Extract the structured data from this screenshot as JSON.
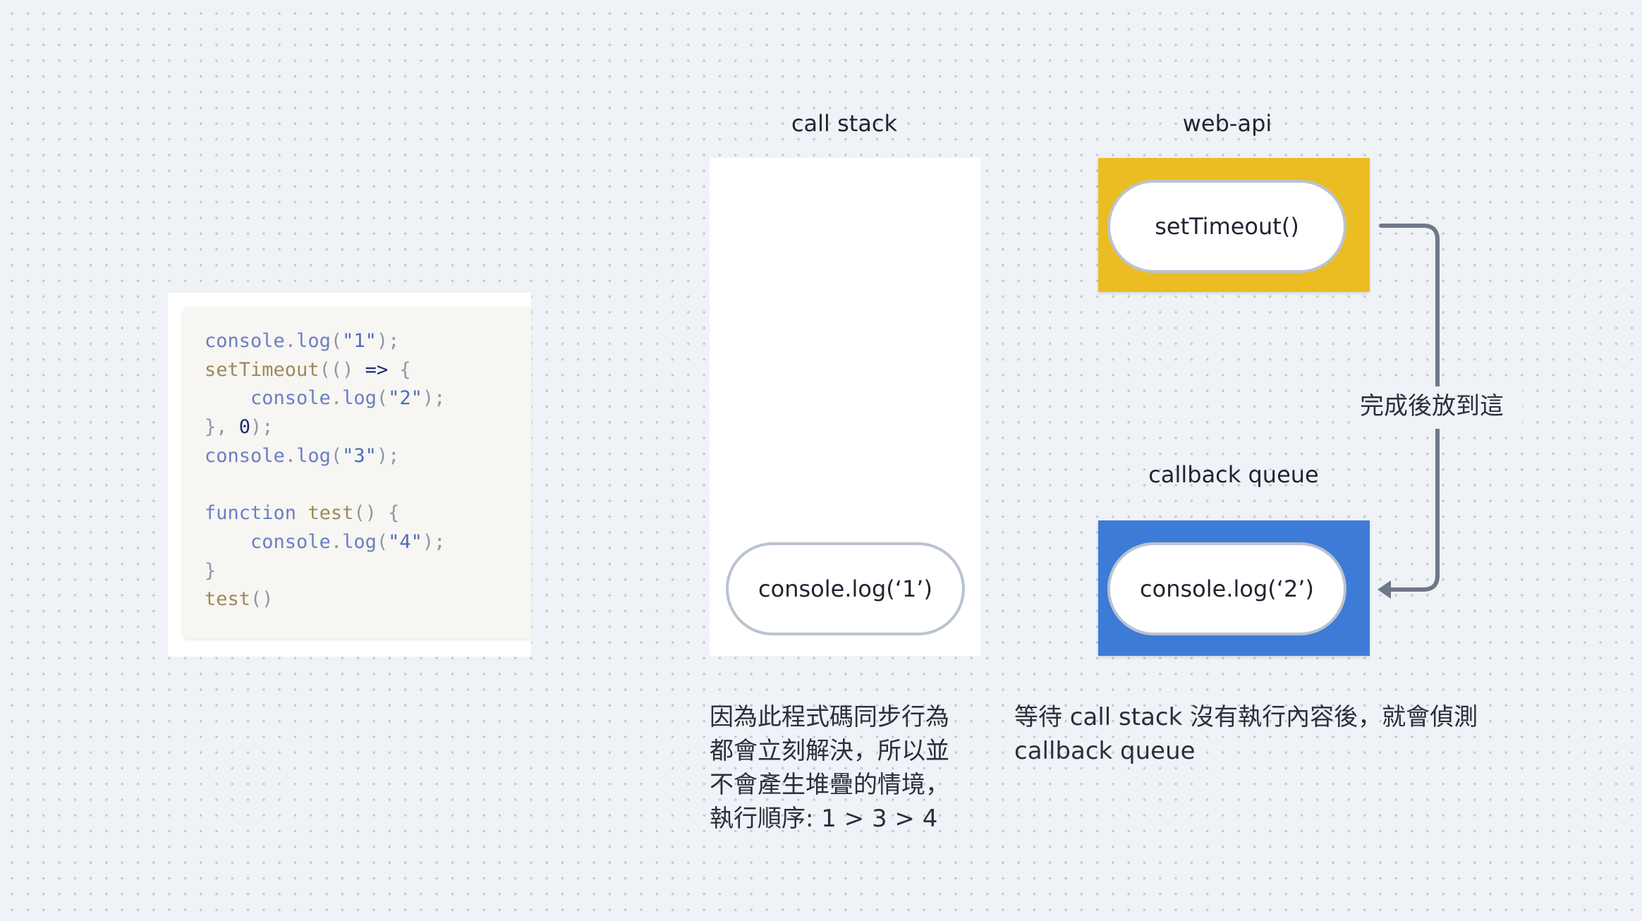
{
  "code_block": {
    "lines": [
      [
        {
          "t": "obj",
          "v": "console"
        },
        {
          "t": "dot",
          "v": "."
        },
        {
          "t": "meth",
          "v": "log"
        },
        {
          "t": "punc",
          "v": "("
        },
        {
          "t": "str",
          "v": "\"1\""
        },
        {
          "t": "punc",
          "v": ");"
        }
      ],
      [
        {
          "t": "fn",
          "v": "setTimeout"
        },
        {
          "t": "punc",
          "v": "(() "
        },
        {
          "t": "op",
          "v": "=>"
        },
        {
          "t": "punc",
          "v": " {"
        }
      ],
      [
        {
          "t": "obj",
          "v": "    console"
        },
        {
          "t": "dot",
          "v": "."
        },
        {
          "t": "meth",
          "v": "log"
        },
        {
          "t": "punc",
          "v": "("
        },
        {
          "t": "str",
          "v": "\"2\""
        },
        {
          "t": "punc",
          "v": ");"
        }
      ],
      [
        {
          "t": "punc",
          "v": "}, "
        },
        {
          "t": "num",
          "v": "0"
        },
        {
          "t": "punc",
          "v": ");"
        }
      ],
      [
        {
          "t": "obj",
          "v": "console"
        },
        {
          "t": "dot",
          "v": "."
        },
        {
          "t": "meth",
          "v": "log"
        },
        {
          "t": "punc",
          "v": "("
        },
        {
          "t": "str",
          "v": "\"3\""
        },
        {
          "t": "punc",
          "v": ");"
        }
      ],
      [],
      [
        {
          "t": "kw",
          "v": "function"
        },
        {
          "t": "punc",
          "v": " "
        },
        {
          "t": "fn",
          "v": "test"
        },
        {
          "t": "punc",
          "v": "() {"
        }
      ],
      [
        {
          "t": "obj",
          "v": "    console"
        },
        {
          "t": "dot",
          "v": "."
        },
        {
          "t": "meth",
          "v": "log"
        },
        {
          "t": "punc",
          "v": "("
        },
        {
          "t": "str",
          "v": "\"4\""
        },
        {
          "t": "punc",
          "v": ");"
        }
      ],
      [
        {
          "t": "punc",
          "v": "}"
        }
      ],
      [
        {
          "t": "fn",
          "v": "test"
        },
        {
          "t": "punc",
          "v": "()"
        }
      ]
    ]
  },
  "call_stack": {
    "title": "call stack",
    "item": "console.log(‘1’)",
    "note": "因為此程式碼同步行為\n都會立刻解決，所以並\n不會產生堆疊的情境，\n執行順序: 1 > 3 > 4"
  },
  "web_api": {
    "title": "web-api",
    "item": "setTimeout()",
    "color": "#ecbd22"
  },
  "callback_queue": {
    "title": "callback queue",
    "item": "console.log(‘2’)",
    "color": "#3d7bd6",
    "note": "等待 call stack 沒有執行內容後，就會偵測\ncallback queue"
  },
  "arrow": {
    "label": "完成後放到這",
    "color": "#6e7888"
  }
}
